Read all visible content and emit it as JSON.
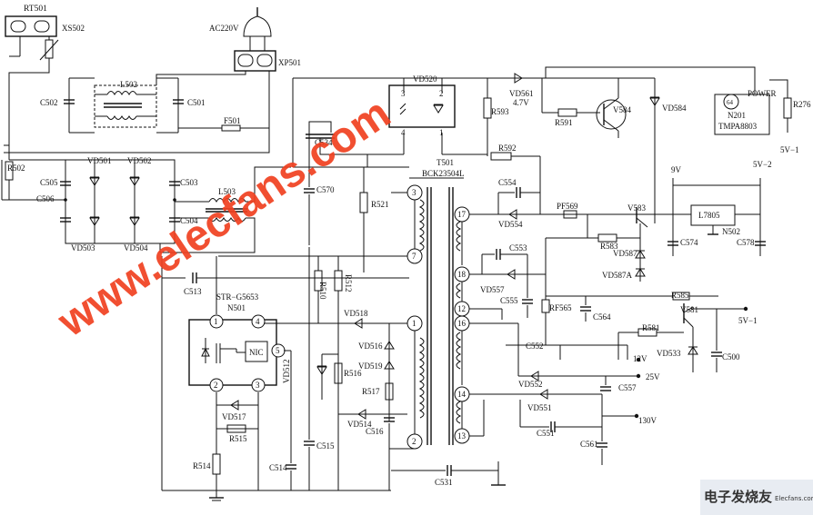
{
  "watermark": {
    "main": "www.elecfans.com",
    "corner_cn": "电子发烧友",
    "corner_en": "Elecfans.com"
  },
  "colors": {
    "watermark": "#f04020",
    "ink": "#111111",
    "corner_bg": "#e8ecf2"
  },
  "labels": {
    "RT501": "RT501",
    "XS502": "XS502",
    "AC220V": "AC220V",
    "XP501": "XP501",
    "L502": "L502",
    "C502": "C502",
    "C501": "C501",
    "F501": "F501",
    "R502": "R502",
    "VD501": "VD501",
    "VD502": "VD502",
    "VD503": "VD503",
    "VD504": "VD504",
    "C505": "C505",
    "C506": "C506",
    "C503": "C503",
    "C504": "C504",
    "L503": "L503",
    "VD520": "VD520",
    "C534": "C534",
    "C570": "C570",
    "R521": "R521",
    "T501": "T501",
    "BCK": "BCK23504L",
    "R593": "R593",
    "R592": "R592",
    "VD561": "VD561",
    "VD561v": "4.7V",
    "R591": "R591",
    "V584": "V584",
    "VD584": "VD584",
    "POWER": "POWER",
    "N201": "N201",
    "TMPA": "TMPA8803",
    "R276": "R276",
    "pin64": "64",
    "5V1a": "5V−1",
    "9V": "9V",
    "5V2": "5V−2",
    "L7805": "L7805",
    "N502": "N502",
    "C574": "C574",
    "C578": "C578",
    "C554": "C554",
    "VD554": "VD554",
    "PF569": "PF569",
    "V583": "V583",
    "R583": "R583",
    "VD587": "VD587",
    "VD587A": "VD587A",
    "C553": "C553",
    "VD557": "VD557",
    "C555": "C555",
    "RF565": "RF565",
    "C564": "C564",
    "R585": "R585",
    "V581": "V581",
    "R581": "R581",
    "5V1b": "5V−1",
    "VD533": "VD533",
    "C500": "C500",
    "C552": "C552",
    "12V": "12V",
    "25V": "25V",
    "VD552": "VD552",
    "C557": "C557",
    "VD551": "VD551",
    "130V": "130V",
    "C551": "C551",
    "C561": "C561",
    "C531": "C531",
    "C513": "C513",
    "STR": "STR−G5653",
    "N501": "N501",
    "NIC": "NIC",
    "VD517": "VD517",
    "R515": "R515",
    "R514": "R514",
    "C514": "C514",
    "C515": "C515",
    "R510": "R510",
    "R512": "R512",
    "VD518": "VD518",
    "VD512": "VD512",
    "R516": "R516",
    "VD516": "VD516",
    "VD519": "VD519",
    "R517": "R517",
    "VD514": "VD514",
    "C516": "C516",
    "p3": "3",
    "p4": "4",
    "p2": "2",
    "p1": "1",
    "t3": "3",
    "t7": "7",
    "t1": "1",
    "t2": "2",
    "t17": "17",
    "t18": "18",
    "t12": "12",
    "t16": "16",
    "t14": "14",
    "t13": "13",
    "n1": "1",
    "n4": "4",
    "n5": "5",
    "n2": "2",
    "n3": "3"
  }
}
